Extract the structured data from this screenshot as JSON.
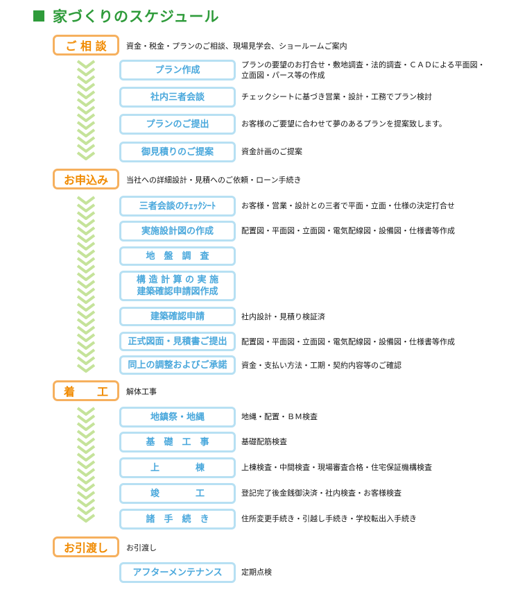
{
  "title": "家づくりのスケジュール",
  "colors": {
    "title": "#2e9b3a",
    "phase_border": "#f6b05e",
    "phase_text": "#f08a00",
    "step_border": "#b7e0f3",
    "step_text": "#4aa8dc",
    "chevron": "#c5e39a"
  },
  "phases": [
    {
      "label": "ご 相 談",
      "desc": "資金・税金・プランのご相談、現場見学会、ショールームご案内",
      "steps": [
        {
          "label": "プラン作成",
          "desc": "プランの要望のお打合せ・敷地調査・法的調査・ＣＡＤによる平面図・\n立面図・パース等の作成"
        },
        {
          "label": "社内三者会談",
          "desc": "チェックシートに基づき営業・設計・工務でプラン検討"
        },
        {
          "label": "プランのご提出",
          "desc": "お客様のご要望に合わせて夢のあるプランを提案致します。"
        },
        {
          "label": "御見積りのご提案",
          "desc": "資金計画のご提案"
        }
      ]
    },
    {
      "label": "お申込み",
      "desc": "当社への詳細設計・見積へのご依頼・ローン手続き",
      "steps": [
        {
          "label": "三者会談のﾁｪｯｸｼｰﾄ",
          "desc": "お客様・営業・設計との三者で平面・立面・仕様の決定打合せ"
        },
        {
          "label": "実施設計図の作成",
          "desc": "配置図・平面図・立面図・電気配線図・設備図・仕様書等作成"
        },
        {
          "label": "地　盤　調　査",
          "desc": ""
        },
        {
          "label": "構 造 計 算 の 実 施\n建築確認申請図作成",
          "desc": ""
        },
        {
          "label": "建築確認申請",
          "desc": "社内設計・見積り検証済"
        },
        {
          "label": "正式図面・見積書ご提出",
          "desc": "配置図・平面図・立面図・電気配線図・設備図・仕様書等作成"
        },
        {
          "label": "同上の調整およびご承諾",
          "desc": "資金・支払い方法・工期・契約内容等のご確認"
        }
      ]
    },
    {
      "label": "着　　工",
      "desc": "解体工事",
      "steps": [
        {
          "label": "地鎮祭・地縄",
          "desc": "地縄・配置・ＢＭ検査"
        },
        {
          "label": "基　礎　工　事",
          "desc": "基礎配筋検査"
        },
        {
          "label": "上　　　　棟",
          "desc": "上棟検査・中間検査・現場審査合格・住宅保証機構検査"
        },
        {
          "label": "竣　　　　工",
          "desc": "登記完了後金銭御決済・社内検査・お客様検査"
        },
        {
          "label": "諸　手　続　き",
          "desc": "住所変更手続き・引越し手続き・学校転出入手続き"
        }
      ]
    },
    {
      "label": "お引渡し",
      "desc": "お引渡し",
      "steps": [
        {
          "label": "アフターメンテナンス",
          "desc": "定期点検"
        }
      ]
    }
  ]
}
